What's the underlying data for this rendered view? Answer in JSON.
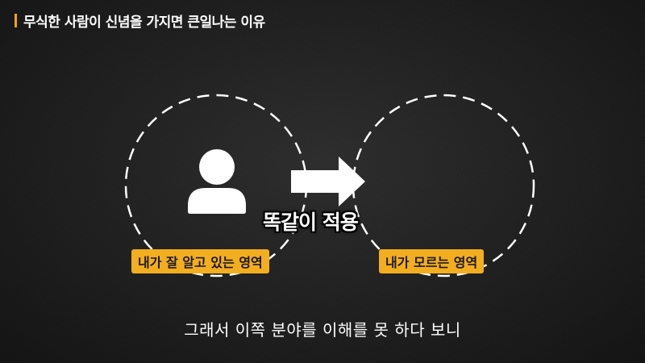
{
  "header": {
    "title": "무식한 사람이 신념을 가지면 큰일나는 이유",
    "accent_color": "#f3a11f"
  },
  "diagram": {
    "left_circle_label": "내가 잘 알고 있는 영역",
    "right_circle_label": "내가 모르는 영역",
    "center_text": "똑같이 적용",
    "person_icon": "user-icon",
    "arrow_icon": "arrow-right-icon",
    "label_color": "#f3ae20"
  },
  "subtitle": "그래서 이쪽 분야를 이해를 못 하다 보니"
}
